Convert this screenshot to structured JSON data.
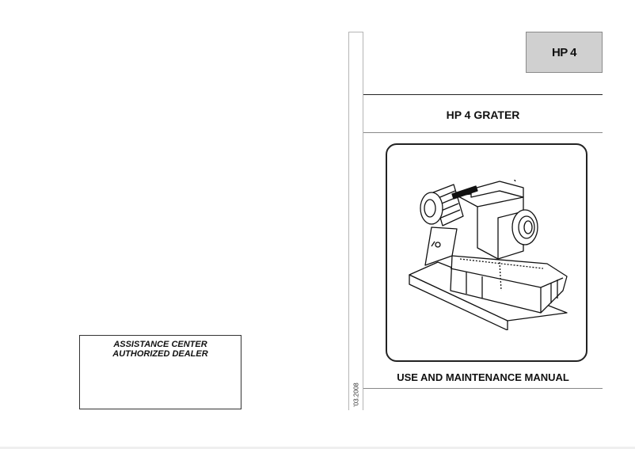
{
  "back_cover": {
    "dealer_box": {
      "line1": "ASSISTANCE CENTER",
      "line2": "AUTHORIZED DEALER"
    }
  },
  "front_cover": {
    "model_code": "HP 4",
    "product_title": "HP 4 GRATER",
    "illustration": "grater-machine-illustration",
    "manual_title": "USE AND MAINTENANCE MANUAL",
    "edition_date": "'03.2008"
  },
  "colors": {
    "badge_fill": "#d0d0d0",
    "rule_dark": "#222222",
    "rule_light": "#888888",
    "strip_border": "#b5b5b5"
  }
}
